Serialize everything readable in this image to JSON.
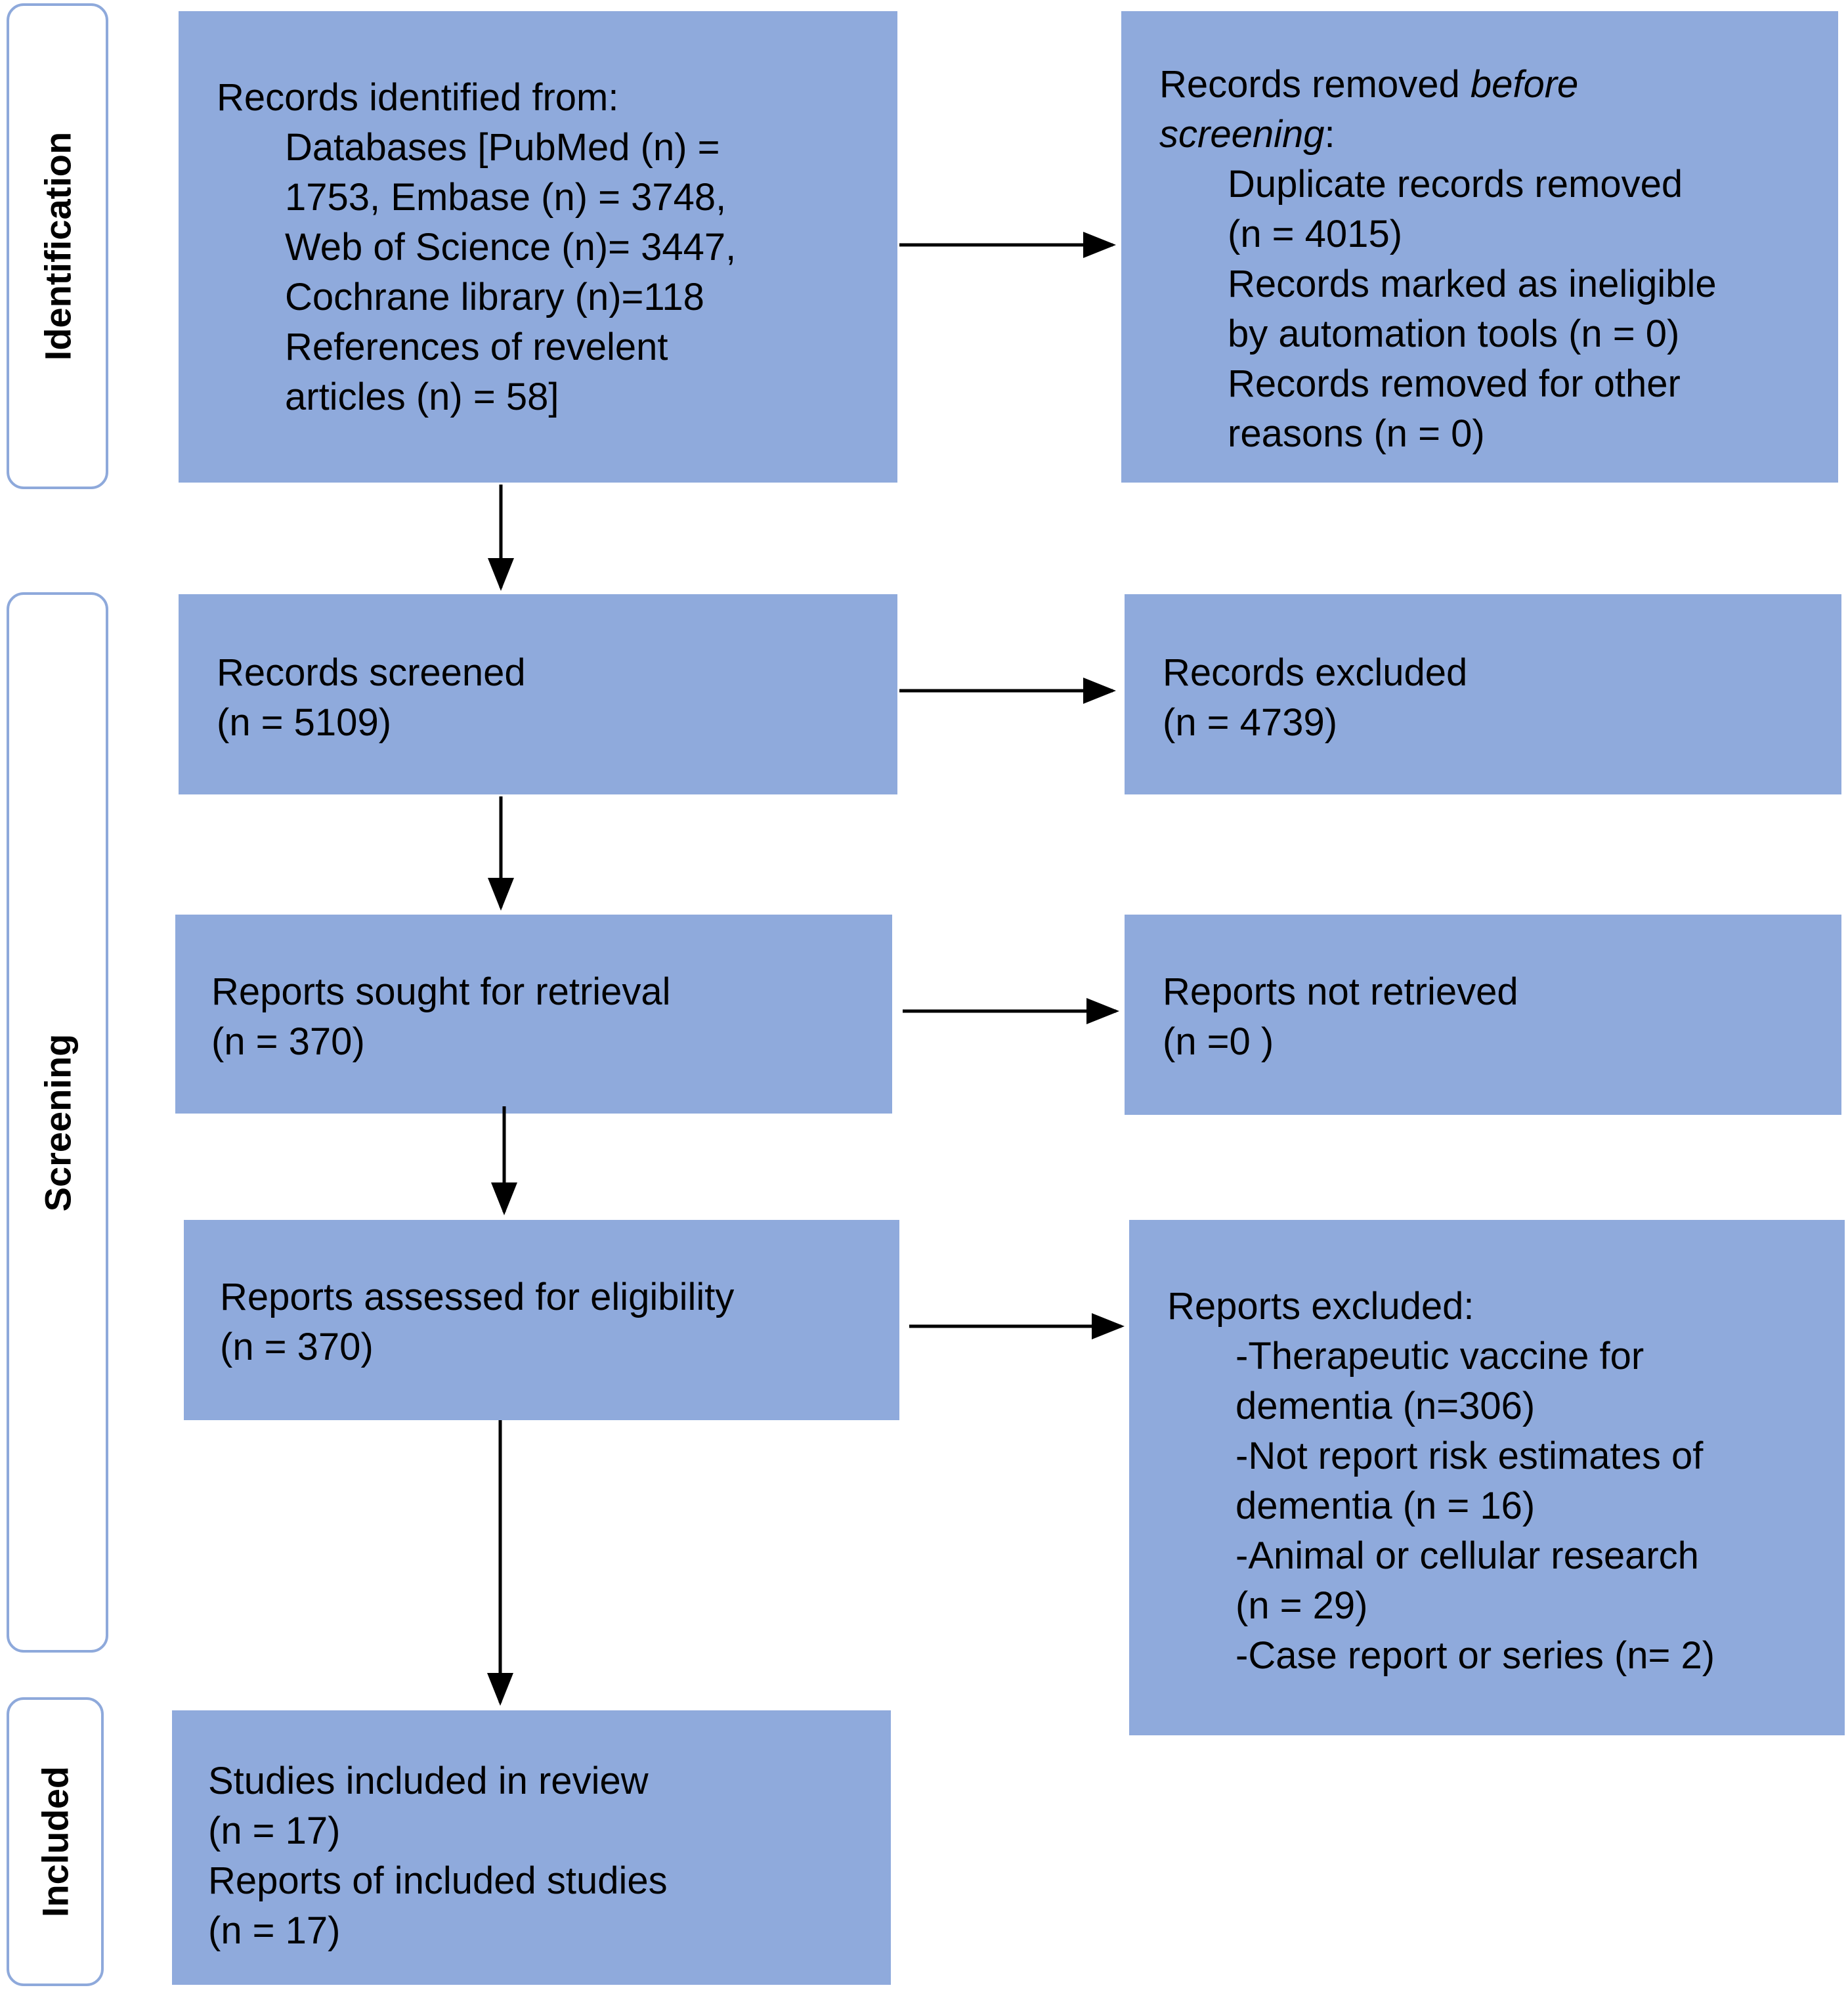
{
  "phases": {
    "identification": "Identification",
    "screening": "Screening",
    "included": "Included"
  },
  "boxes": {
    "identified": {
      "heading": "Records identified from:",
      "lines": [
        "Databases [PubMed (n) =",
        "1753, Embase (n) = 3748,",
        "Web of Science (n)= 3447,",
        "Cochrane library (n)=118",
        "References of revelent",
        "articles (n) = 58]"
      ]
    },
    "removed": {
      "heading_prefix": "Records removed ",
      "heading_italic": "before",
      "heading_line2_italic": "screening",
      "heading_line2_suffix": ":",
      "lines": [
        "Duplicate records removed",
        "(n = 4015)",
        "Records marked as ineligible",
        "by automation tools (n = 0)",
        "Records removed for other",
        "reasons (n = 0)"
      ]
    },
    "screened": {
      "lines": [
        "Records screened",
        "(n = 5109)"
      ]
    },
    "excluded": {
      "lines": [
        "Records excluded",
        "(n = 4739)"
      ]
    },
    "sought": {
      "lines": [
        "Reports sought for retrieval",
        "(n = 370)"
      ]
    },
    "not_retrieved": {
      "lines": [
        "Reports not retrieved",
        "(n =0 )"
      ]
    },
    "assessed": {
      "lines": [
        "Reports assessed for eligibility",
        "(n = 370)"
      ]
    },
    "reports_excluded": {
      "heading": "Reports excluded:",
      "lines": [
        "-Therapeutic vaccine for",
        "dementia (n=306)",
        "-Not report risk estimates of",
        "dementia (n = 16)",
        "-Animal or cellular research",
        "(n = 29)",
        "-Case report or series (n= 2)"
      ]
    },
    "included": {
      "lines": [
        "Studies included in review",
        "(n = 17)",
        "Reports of included studies",
        "(n = 17)"
      ]
    }
  }
}
